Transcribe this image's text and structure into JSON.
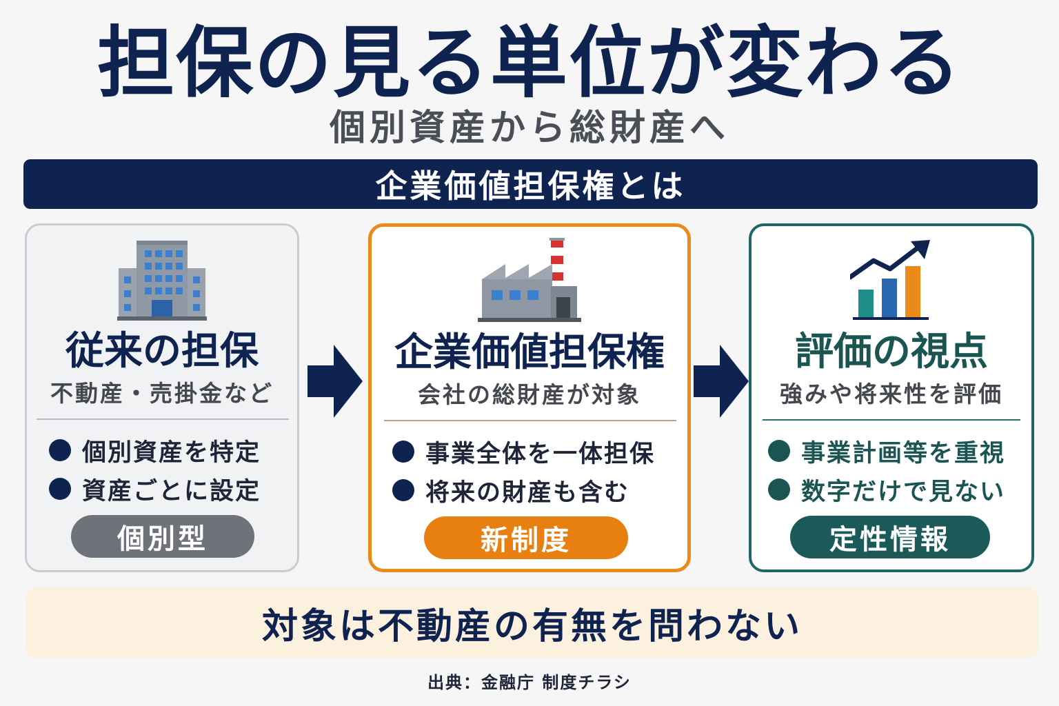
{
  "title": "担保の見る単位が変わる",
  "subtitle": "個別資産から総財産へ",
  "banner": "企業価値担保権とは",
  "cards": [
    {
      "title": "従来の担保",
      "subtitle": "不動産・売掛金など",
      "bullets": [
        "個別資産を特定",
        "資産ごとに設定"
      ],
      "tag": "個別型",
      "icon": "office-building-icon",
      "accent": "#6f7278"
    },
    {
      "title": "企業価値担保権",
      "subtitle": "会社の総財産が対象",
      "bullets": [
        "事業全体を一体担保",
        "将来の財産も含む"
      ],
      "tag": "新制度",
      "icon": "factory-icon",
      "accent": "#e77f11"
    },
    {
      "title": "評価の視点",
      "subtitle": "強みや将来性を評価",
      "bullets": [
        "事業計画等を重視",
        "数字だけで見ない"
      ],
      "tag": "定性情報",
      "icon": "growth-chart-icon",
      "accent": "#1b5a59"
    }
  ],
  "footer_message": "対象は不動産の有無を問わない",
  "source": "出典：金融庁 制度チラシ",
  "colors": {
    "navy": "#0f2350",
    "orange": "#e77f11",
    "teal": "#1b5a59",
    "gray": "#6f7278",
    "cream": "#fcf0df"
  }
}
